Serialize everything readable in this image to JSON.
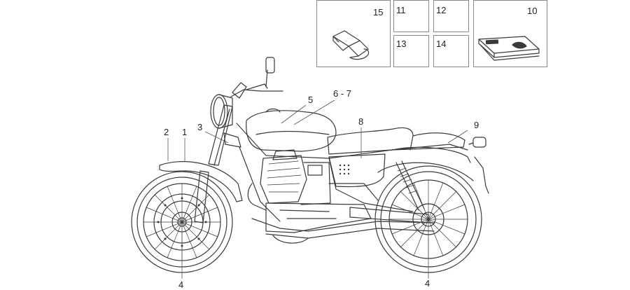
{
  "callouts": {
    "c15": "15",
    "c11": "11",
    "c12": "12",
    "c13": "13",
    "c14": "14",
    "c10": "10",
    "c5": "5",
    "c6_7": "6 - 7",
    "c8": "8",
    "c9": "9",
    "c3": "3",
    "c2": "2",
    "c1": "1",
    "c4_front": "4",
    "c4_rear": "4"
  },
  "colors": {
    "line": "#3a3a3a",
    "box_border": "#8a8a8a",
    "leader": "#555555"
  }
}
